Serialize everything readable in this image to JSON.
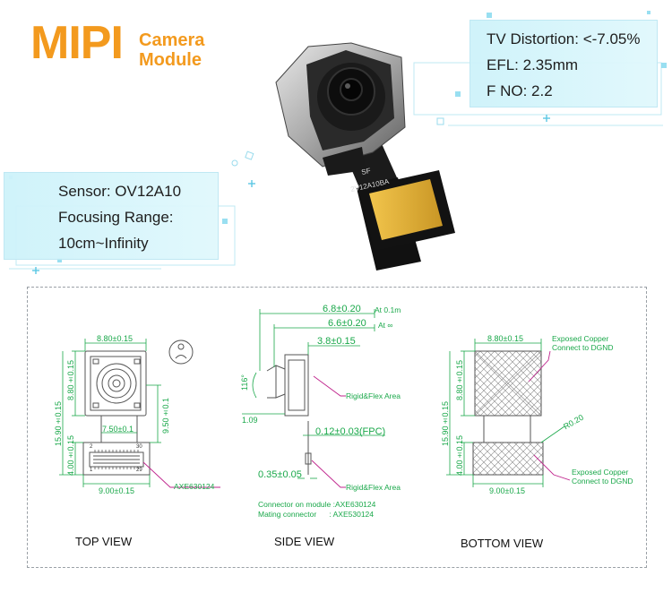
{
  "brand": {
    "title": "MIPI",
    "subtitle_line1": "Camera",
    "subtitle_line2": "Module"
  },
  "specs_right": [
    "TV Distortion: <-7.05%",
    "EFL: 2.35mm",
    "F NO: 2.2"
  ],
  "specs_left": [
    "Sensor: OV12A10",
    "Focusing Range:",
    "10cm~Infinity"
  ],
  "flex_print": {
    "line1": "SF",
    "line2": "2V12A10BA"
  },
  "top_view": {
    "label": "TOP VIEW",
    "dim_width_top": "8.80±0.15",
    "dim_height_left": "8.80±0.15",
    "dim_total_height": "15.90±0.15",
    "dim_lower_height": "4.00±0.15",
    "dim_mid_width": "7.50±0.1",
    "dim_right_height": "9.50±0.1",
    "dim_width_bottom": "9.00±0.15",
    "pin_left": "2",
    "pin_right_top": "30",
    "pin_bottom_left": "1",
    "pin_bottom_right": "29",
    "connector": "AXE630124"
  },
  "side_view": {
    "label": "SIDE VIEW",
    "h1": "6.8±0.20",
    "h1_note": "At 0.1m",
    "h2": "6.6±0.20",
    "h2_note": "At ∞",
    "h3": "3.8±0.15",
    "angle": "116°",
    "thickness": "1.09",
    "fpc": "0.12±0.03(FPC)",
    "stiff": "0.35±0.05",
    "rigid_flex_1": "Rigid&Flex Area",
    "rigid_flex_2": "Rigid&Flex Area",
    "connector_module": "Connector on module :AXE630124",
    "mating_connector": "Mating connector      : AXE530124"
  },
  "bottom_view": {
    "label": "BOTTOM VIEW",
    "dim_width_top": "8.80±0.15",
    "dim_height_left": "8.80±0.15",
    "dim_total_height": "15.90±0.15",
    "dim_lower_height": "4.00±0.15",
    "dim_width_bottom": "9.00±0.15",
    "radius": "R0.20",
    "copper_1_line1": "Exposed Copper",
    "copper_1_line2": "Connect to DGND",
    "copper_2_line1": "Exposed Copper",
    "copper_2_line2": "Connect to DGND"
  },
  "colors": {
    "brand": "#f39a1e",
    "dimension": "#1aa84a",
    "callout_line": "#c0268e",
    "glow": "#cdf2fa"
  }
}
